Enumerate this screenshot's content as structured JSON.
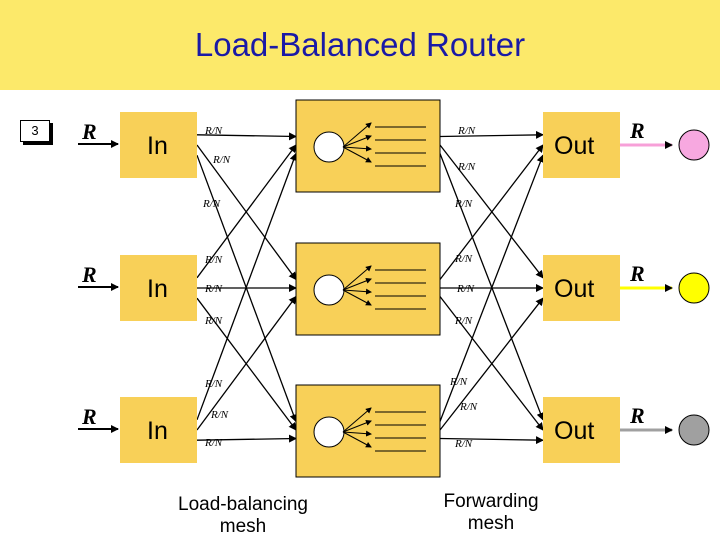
{
  "title": "Load-Balanced Router",
  "slide_number": "3",
  "rows": [
    {
      "rate_label": "R",
      "in_label": "In",
      "out_label": "Out",
      "out_rate_label": "R",
      "output_color": "#f7a8e0",
      "arrow_color": "#f7a0d8"
    },
    {
      "rate_label": "R",
      "in_label": "In",
      "out_label": "Out",
      "out_rate_label": "R",
      "output_color": "#ffff00",
      "arrow_color": "#ffff00"
    },
    {
      "rate_label": "R",
      "in_label": "In",
      "out_label": "Out",
      "out_rate_label": "R",
      "output_color": "#a0a0a0",
      "arrow_color": "#a0a0a0"
    }
  ],
  "link_rate": "R/N",
  "captions": {
    "left": [
      "Load-balancing",
      "mesh"
    ],
    "right": [
      "Forwarding",
      "mesh"
    ]
  },
  "colors": {
    "header": "#fce96a",
    "box": "#f8d058",
    "title": "#1a1aa6"
  }
}
